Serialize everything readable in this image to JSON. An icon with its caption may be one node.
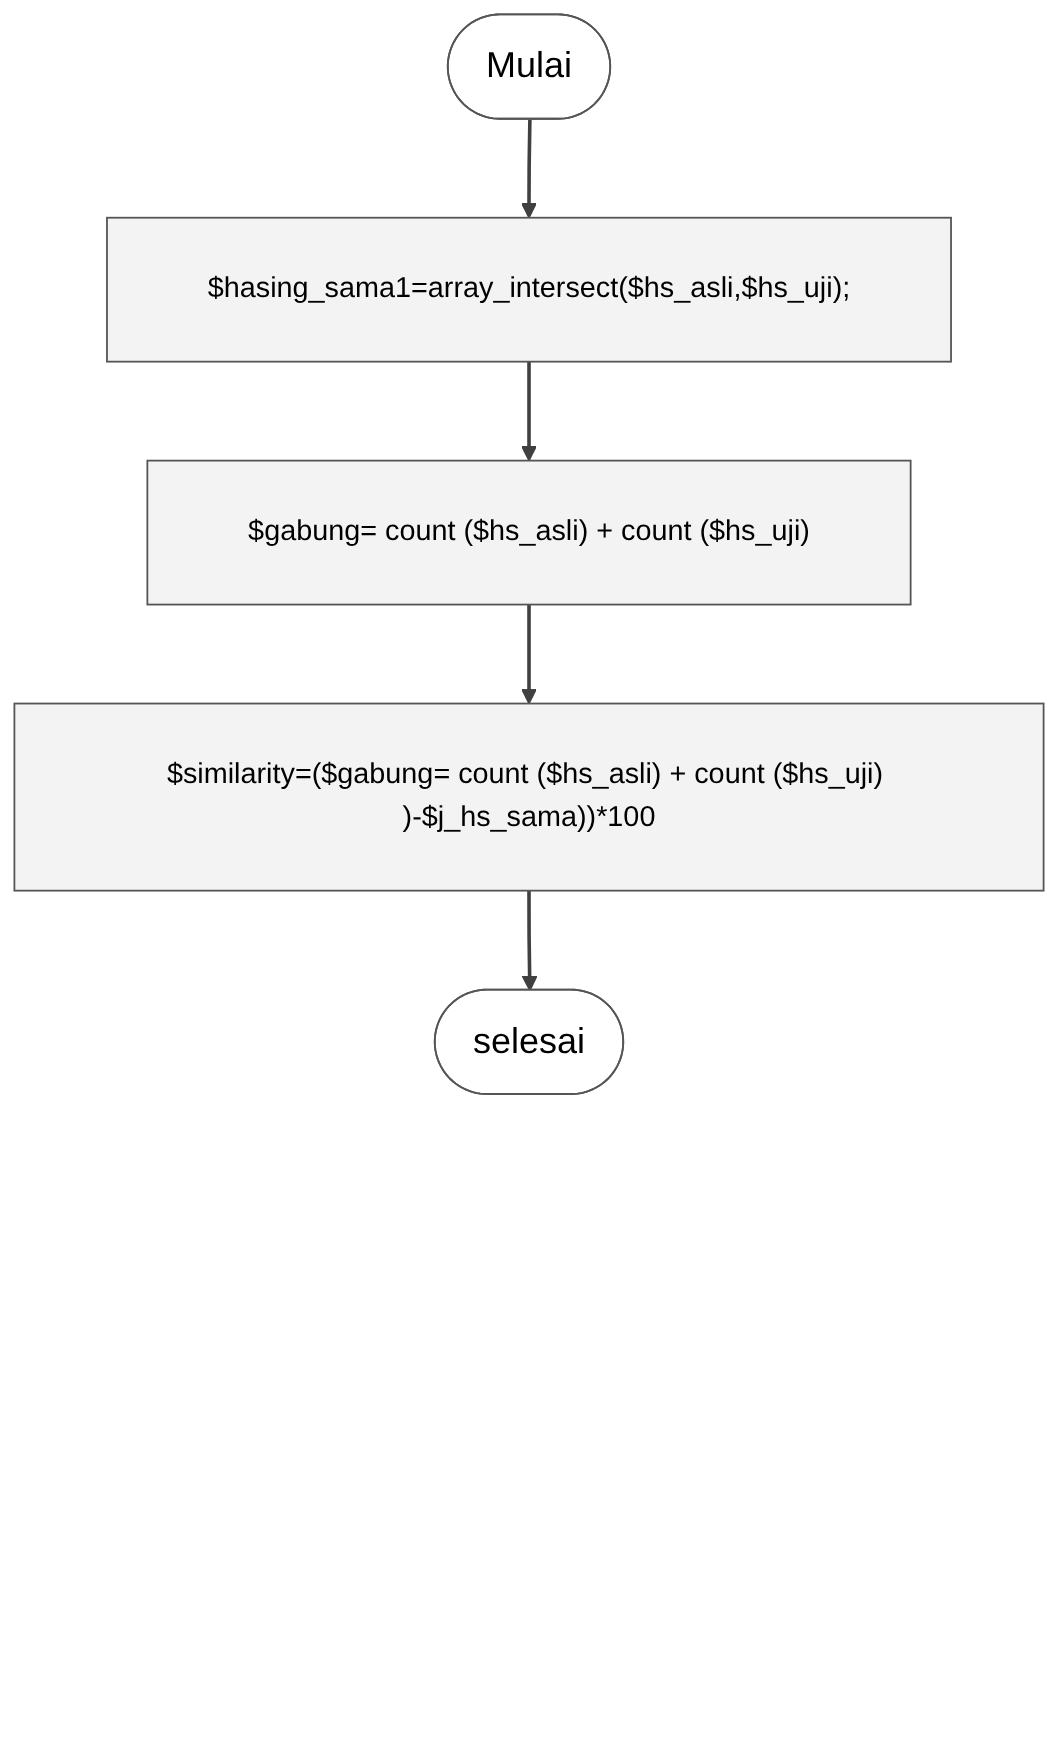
{
  "diagram": {
    "nodes": [
      {
        "text": [
          "Mulai"
        ]
      },
      {
        "text": [
          "$hasing_sama1=array_intersect($hs_asli,$hs_uji);"
        ]
      },
      {
        "text": [
          "$gabung= count ($hs_asli) + count ($hs_uji)"
        ]
      },
      {
        "text": [
          "$similarity=($gabung= count ($hs_asli) + count ($hs_uji) )-$j_hs_sama))*100"
        ]
      },
      {
        "text": [
          "selesai"
        ]
      }
    ],
    "edges": [
      {
        "from": 0,
        "to": 1,
        "arrow": "to"
      },
      {
        "from": 1,
        "to": 2,
        "arrow": "to"
      },
      {
        "from": 2,
        "to": 3,
        "arrow": "to"
      },
      {
        "from": 3,
        "to": 4,
        "arrow": "to"
      }
    ]
  }
}
